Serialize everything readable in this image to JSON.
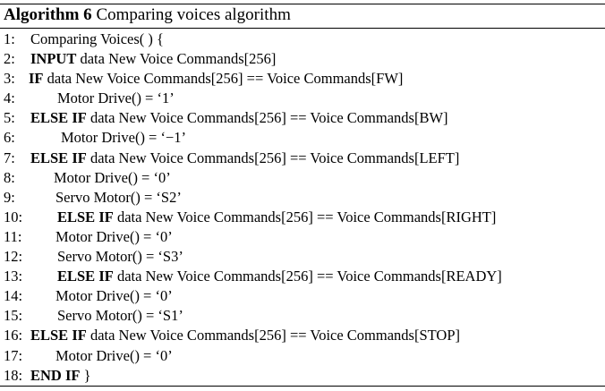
{
  "caption": {
    "label": "Algorithm 6",
    "title": "Comparing voices algorithm"
  },
  "lines": [
    {
      "num": "1:",
      "kw": "",
      "text": "Comparing Voices( ) {"
    },
    {
      "num": "2:",
      "kw": "INPUT",
      "text": "data New Voice Commands[256]"
    },
    {
      "num": "3:",
      "kw": "IF",
      "text": "data New Voice Commands[256] == Voice Commands[FW]"
    },
    {
      "num": "4:",
      "kw": "",
      "text": "Motor Drive() = ‘1’"
    },
    {
      "num": "5:",
      "kw": "ELSE IF",
      "text": "data New Voice Commands[256] == Voice Commands[BW]"
    },
    {
      "num": "6:",
      "kw": "",
      "text": "Motor Drive() = ‘−1’"
    },
    {
      "num": "7:",
      "kw": "ELSE IF",
      "text": "data New Voice Commands[256] == Voice Commands[LEFT]"
    },
    {
      "num": "8:",
      "kw": "",
      "text": "Motor Drive() = ‘0’"
    },
    {
      "num": "9:",
      "kw": "",
      "text": "Servo Motor() = ‘S2’"
    },
    {
      "num": "10:",
      "kw": "ELSE IF",
      "text": "data New Voice Commands[256] == Voice Commands[RIGHT]"
    },
    {
      "num": "11:",
      "kw": "",
      "text": "Motor Drive() = ‘0’"
    },
    {
      "num": "12:",
      "kw": "",
      "text": "Servo Motor() = ‘S3’"
    },
    {
      "num": "13:",
      "kw": "ELSE IF",
      "text": "data New Voice Commands[256] == Voice Commands[READY]"
    },
    {
      "num": "14:",
      "kw": "",
      "text": "Motor Drive() = ‘0’"
    },
    {
      "num": "15:",
      "kw": "",
      "text": "Servo Motor() = ‘S1’"
    },
    {
      "num": "16:",
      "kw": "ELSE IF",
      "text": "data New Voice Commands[256] == Voice Commands[STOP]"
    },
    {
      "num": "17:",
      "kw": "",
      "text": "Motor Drive() = ‘0’"
    },
    {
      "num": "18:",
      "kw": "END IF",
      "text": "}"
    }
  ]
}
